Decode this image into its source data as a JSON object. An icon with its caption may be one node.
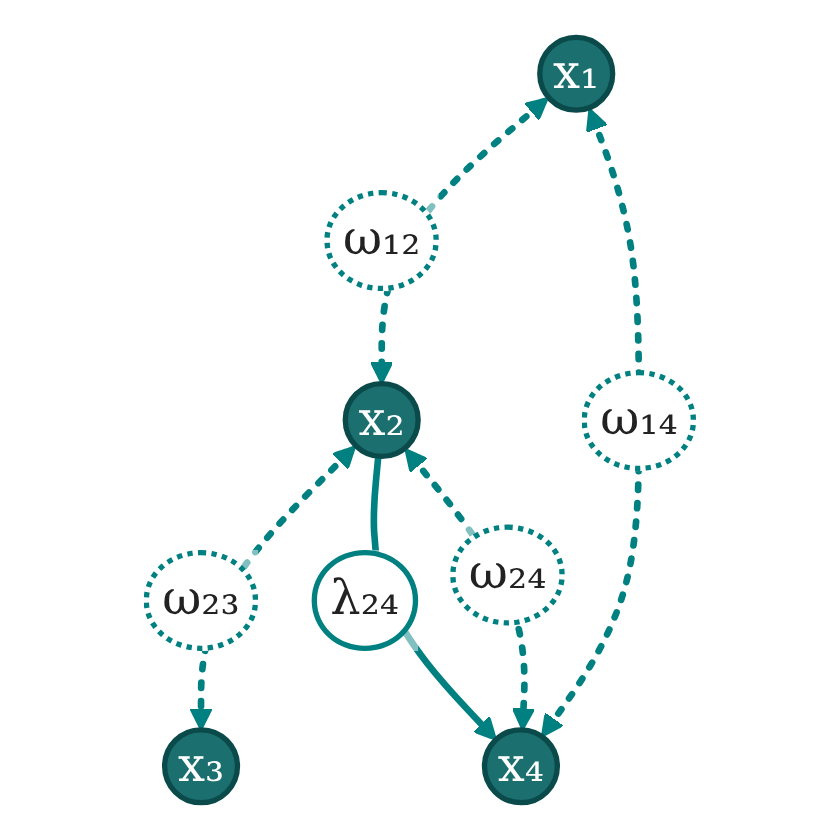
{
  "diagram": {
    "nodes": [
      {
        "text": [
          "x₁"
        ]
      },
      {
        "text": [
          "x₂"
        ]
      },
      {
        "text": [
          "x₃"
        ]
      },
      {
        "text": [
          "x₄"
        ]
      }
    ],
    "edges": [
      {
        "from": 0,
        "to": 1,
        "arrow": "both",
        "label": "ω₁₂",
        "style": "dashed"
      },
      {
        "from": 1,
        "to": 2,
        "arrow": "both",
        "label": "ω₂₃",
        "style": "dashed"
      },
      {
        "from": 0,
        "to": 3,
        "arrow": "both",
        "label": "ω₁₄",
        "style": "dashed"
      },
      {
        "from": 1,
        "to": 3,
        "arrow": "to",
        "label": "λ₂₄"
      },
      {
        "from": 1,
        "to": 3,
        "arrow": "both",
        "label": "ω₂₄",
        "style": "dashed"
      }
    ]
  }
}
